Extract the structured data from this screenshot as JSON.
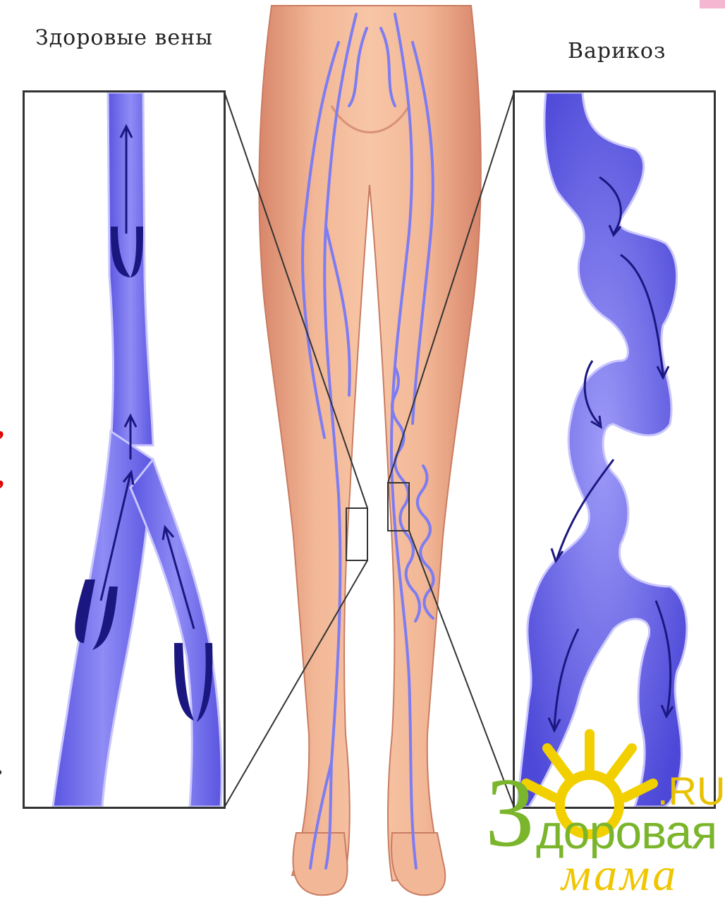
{
  "labels": {
    "healthy_veins": "Здоровые вены",
    "varicose": "Варикоз"
  },
  "logo": {
    "ru": ".RU",
    "z": "З",
    "word1": "доровая",
    "word2": "мама"
  },
  "colors": {
    "vein": "#7a74f0",
    "vein_dark": "#1b1780",
    "vein_wall": "#c9c6ff",
    "skin": "#f0b090",
    "logo_green": "#7bb52b",
    "logo_yellow": "#f0c600"
  }
}
